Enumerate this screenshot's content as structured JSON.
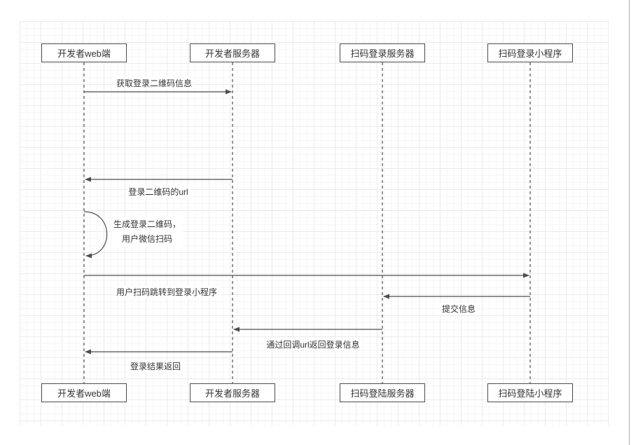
{
  "colors": {
    "stroke": "#4d4d4d",
    "text": "#333333",
    "canvas_background": "#ffffff",
    "grid_line": "#ebebeb"
  },
  "actors_top": [
    {
      "label": "开发者web端"
    },
    {
      "label": "开发者服务器"
    },
    {
      "label": "扫码登录服务器"
    },
    {
      "label": "扫码登录小程序"
    }
  ],
  "actors_bottom": [
    {
      "label": "开发者web端"
    },
    {
      "label": "开发者服务器"
    },
    {
      "label": "扫码登陆服务器"
    },
    {
      "label": "扫码登陆小程序"
    }
  ],
  "messages": [
    {
      "type": "message",
      "from": 0,
      "to": 1,
      "label": "获取登录二维码信息"
    },
    {
      "type": "message",
      "from": 1,
      "to": 0,
      "label": "登录二维码的url"
    },
    {
      "type": "self",
      "actor": 0,
      "label_line1": "生成登录二维码，",
      "label_line2": "用户微信扫码"
    },
    {
      "type": "message",
      "from": 0,
      "to": 3,
      "label": "用户扫码跳转到登录小程序"
    },
    {
      "type": "message",
      "from": 3,
      "to": 2,
      "label": "提交信息"
    },
    {
      "type": "message",
      "from": 2,
      "to": 1,
      "label": "通过回调url返回登录信息"
    },
    {
      "type": "message",
      "from": 1,
      "to": 0,
      "label": "登录结果返回"
    }
  ]
}
